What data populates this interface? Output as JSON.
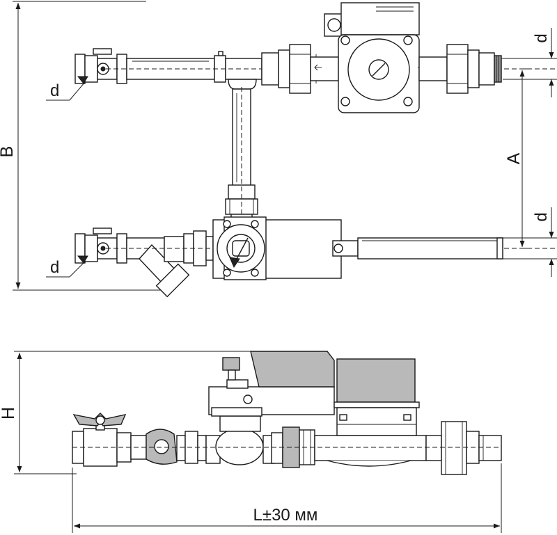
{
  "labels": {
    "B": "B",
    "A": "A",
    "H": "H",
    "d_top_right": "d",
    "d_mid_right": "d",
    "d_top_left": "d",
    "d_bottom_left": "d",
    "L": "L±30 мм"
  },
  "colors": {
    "line": "#1a1a1a",
    "fill_grey": "#b9b9b9",
    "fill_dark_grey": "#8f8f8f",
    "background": "#ffffff"
  }
}
